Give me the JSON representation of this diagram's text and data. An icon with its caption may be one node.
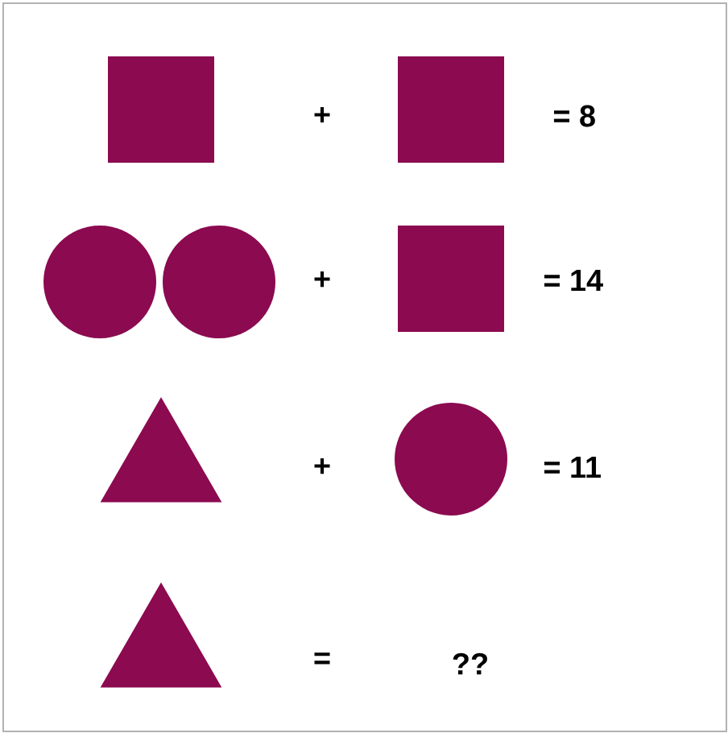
{
  "diagram": {
    "nodes": [
      {
        "text": [],
        "shape": "box"
      },
      {
        "text": [],
        "shape": "box"
      },
      {
        "text": [],
        "shape": "circle"
      },
      {
        "text": [],
        "shape": "circle"
      },
      {
        "text": [],
        "shape": "box"
      },
      {
        "text": [],
        "shape": "triangle"
      },
      {
        "text": [],
        "shape": "circle"
      },
      {
        "text": [],
        "shape": "triangle"
      }
    ],
    "labels": [
      "+",
      "= 8",
      "+",
      "= 14",
      "+",
      "= 11",
      "=",
      "??"
    ]
  }
}
